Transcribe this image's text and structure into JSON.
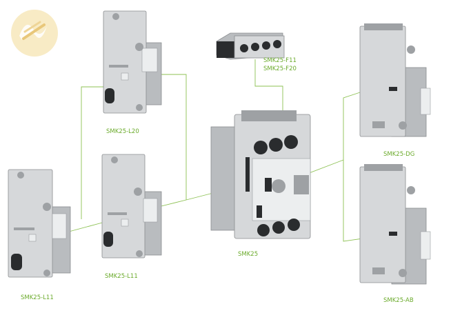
{
  "logo": {
    "name": "brand-logo"
  },
  "labels": {
    "l20": "SMK25-L20",
    "l11_center": "SMK25-L11",
    "l11_left": "SMK25-L11",
    "f11": "SMK25-F11",
    "f20": "SMK25-F20",
    "main": "SMK25",
    "dg": "SMK25-DG",
    "ab": "SMK25-AB"
  },
  "colors": {
    "accent": "#6aaa2a",
    "line": "#8cc152",
    "logo": "#f2d89a"
  }
}
